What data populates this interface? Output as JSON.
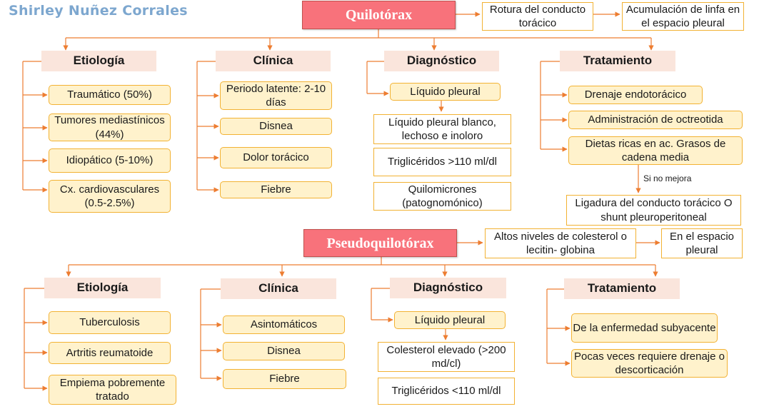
{
  "author": "Shirley Nuñez Corrales",
  "quilotorax": {
    "title": "Quilotórax",
    "flow": [
      "Rotura del conducto torácico",
      "Acumulación de linfa en el espacio pleural"
    ],
    "etiologia": {
      "header": "Etiología",
      "items": [
        "Traumático (50%)",
        "Tumores mediastínicos (44%)",
        "Idiopático (5-10%)",
        "Cx. cardiovasculares (0.5-2.5%)"
      ]
    },
    "clinica": {
      "header": "Clínica",
      "items": [
        "Periodo latente: 2-10 días",
        "Disnea",
        "Dolor torácico",
        "Fiebre"
      ]
    },
    "diagnostico": {
      "header": "Diagnóstico",
      "main": "Líquido pleural",
      "findings": [
        "Líquido pleural blanco, lechoso e inoloro",
        "Triglicéridos >110 ml/dl",
        "Quilomicrones (patognomónico)"
      ]
    },
    "tratamiento": {
      "header": "Tratamiento",
      "items": [
        "Drenaje endotorácico",
        "Administración de octreotida",
        "Dietas ricas en ac. Grasos de cadena media"
      ],
      "condition": "Si no mejora",
      "surgery": "Ligadura del conducto torácico O shunt pleuroperitoneal"
    }
  },
  "pseudoquilotorax": {
    "title": "Pseudoquilotórax",
    "flow": [
      "Altos niveles de colesterol o lecitin- globina",
      "En el espacio pleural"
    ],
    "etiologia": {
      "header": "Etiología",
      "items": [
        "Tuberculosis",
        "Artritis reumatoide",
        "Empiema pobremente tratado"
      ]
    },
    "clinica": {
      "header": "Clínica",
      "items": [
        "Asintomáticos",
        "Disnea",
        "Fiebre"
      ]
    },
    "diagnostico": {
      "header": "Diagnóstico",
      "main": "Líquido pleural",
      "findings": [
        "Colesterol elevado (>200 md/cl)",
        "Triglicéridos <110 ml/dl"
      ]
    },
    "tratamiento": {
      "header": "Tratamiento",
      "items": [
        "De la enfermedad subyacente",
        "Pocas veces requiere drenaje o descorticación"
      ]
    }
  },
  "colors": {
    "connector": "#ed7d31",
    "main_fill": "#f8727b",
    "item_fill": "#fff2cc",
    "item_border": "#f2b233",
    "header_fill": "#fae5dc",
    "author": "#7da7cf"
  }
}
